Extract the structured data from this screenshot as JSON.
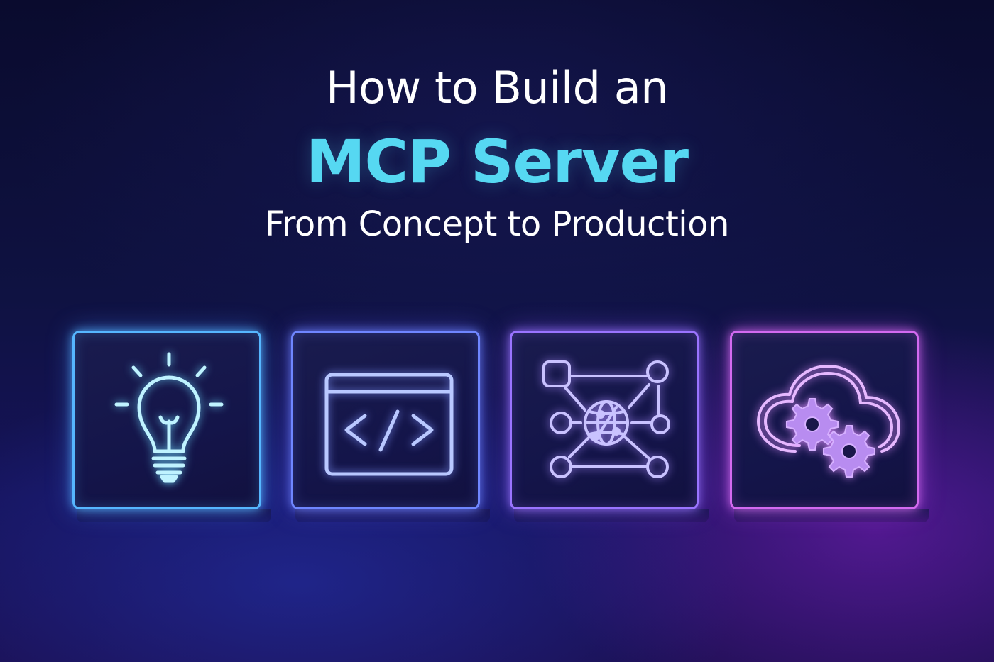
{
  "heading": {
    "line1": "How to Build an",
    "line2": "MCP Server",
    "line3": "From Concept to Production"
  },
  "colors": {
    "accent": "#56d8f2",
    "text": "#ffffff",
    "tile_borders": [
      "#56b6ff",
      "#6f86ff",
      "#9a74ff",
      "#d36af0"
    ]
  },
  "tiles": [
    {
      "icon": "lightbulb-icon"
    },
    {
      "icon": "code-window-icon"
    },
    {
      "icon": "network-nodes-icon"
    },
    {
      "icon": "cloud-gears-icon"
    }
  ]
}
